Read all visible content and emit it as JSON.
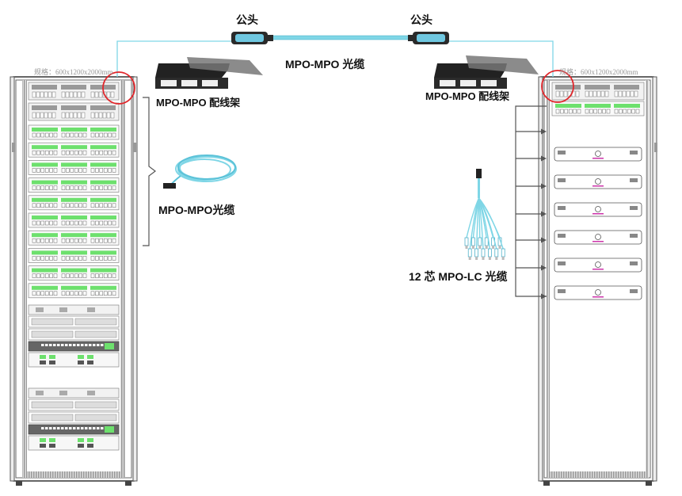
{
  "labels": {
    "connector_left": "公头",
    "connector_right": "公头",
    "trunk_cable": "MPO-MPO 光缆",
    "left_panel": "MPO-MPO 配线架",
    "right_panel": "MPO-MPO 配线架",
    "left_patch_cable": "MPO-MPO光缆",
    "breakout_cable": "12 芯 MPO-LC 光缆"
  },
  "cabinets": {
    "left_spec": "规格：600x1200x2000mm",
    "right_spec": "规格：600x1200x2000mm"
  },
  "colors": {
    "cable": "#7fd6e6",
    "cable_dark": "#3aa9c4",
    "highlight_circle": "#e0262b",
    "port_green": "#6de06d",
    "rack_frame": "#333333",
    "server_accent": "#cc33aa"
  },
  "icons": [
    "patch-panel-icon",
    "cable-coil-icon",
    "breakout-fan-icon",
    "mpo-connector-icon"
  ]
}
